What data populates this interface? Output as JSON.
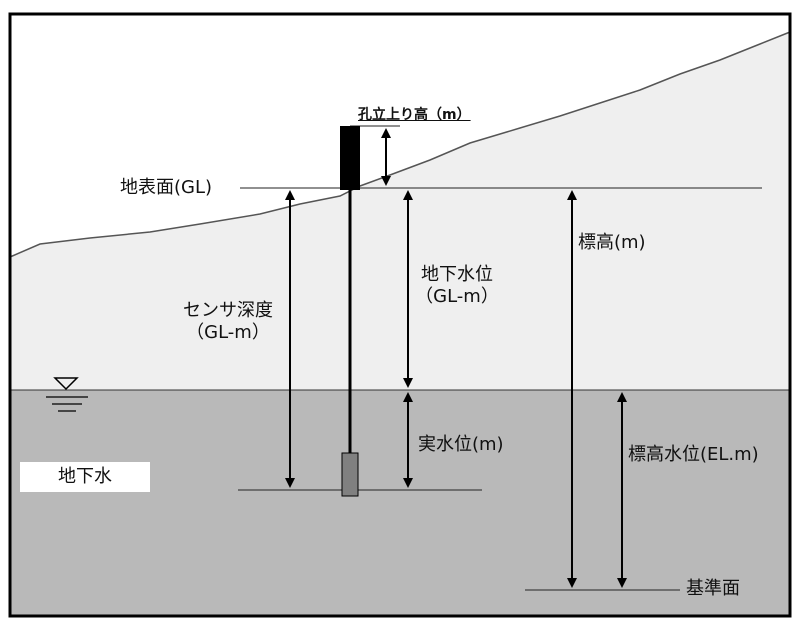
{
  "labels": {
    "casing_height": "孔立上り高（m）",
    "ground_surface": "地表面(GL)",
    "sensor_depth": "センサ深度",
    "sensor_depth_unit": "（GL-m）",
    "groundwater_level": "地下水位",
    "groundwater_level_unit": "（GL-m）",
    "elevation": "標高(m)",
    "actual_water_level": "実水位(m)",
    "elevation_water_level": "標高水位(EL.m)",
    "groundwater": "地下水",
    "datum": "基準面"
  },
  "colors": {
    "ground": "#efefef",
    "groundwater_zone": "#b9b9b9",
    "sensor": "#808080",
    "casing": "#000000",
    "frame": "#000000"
  }
}
